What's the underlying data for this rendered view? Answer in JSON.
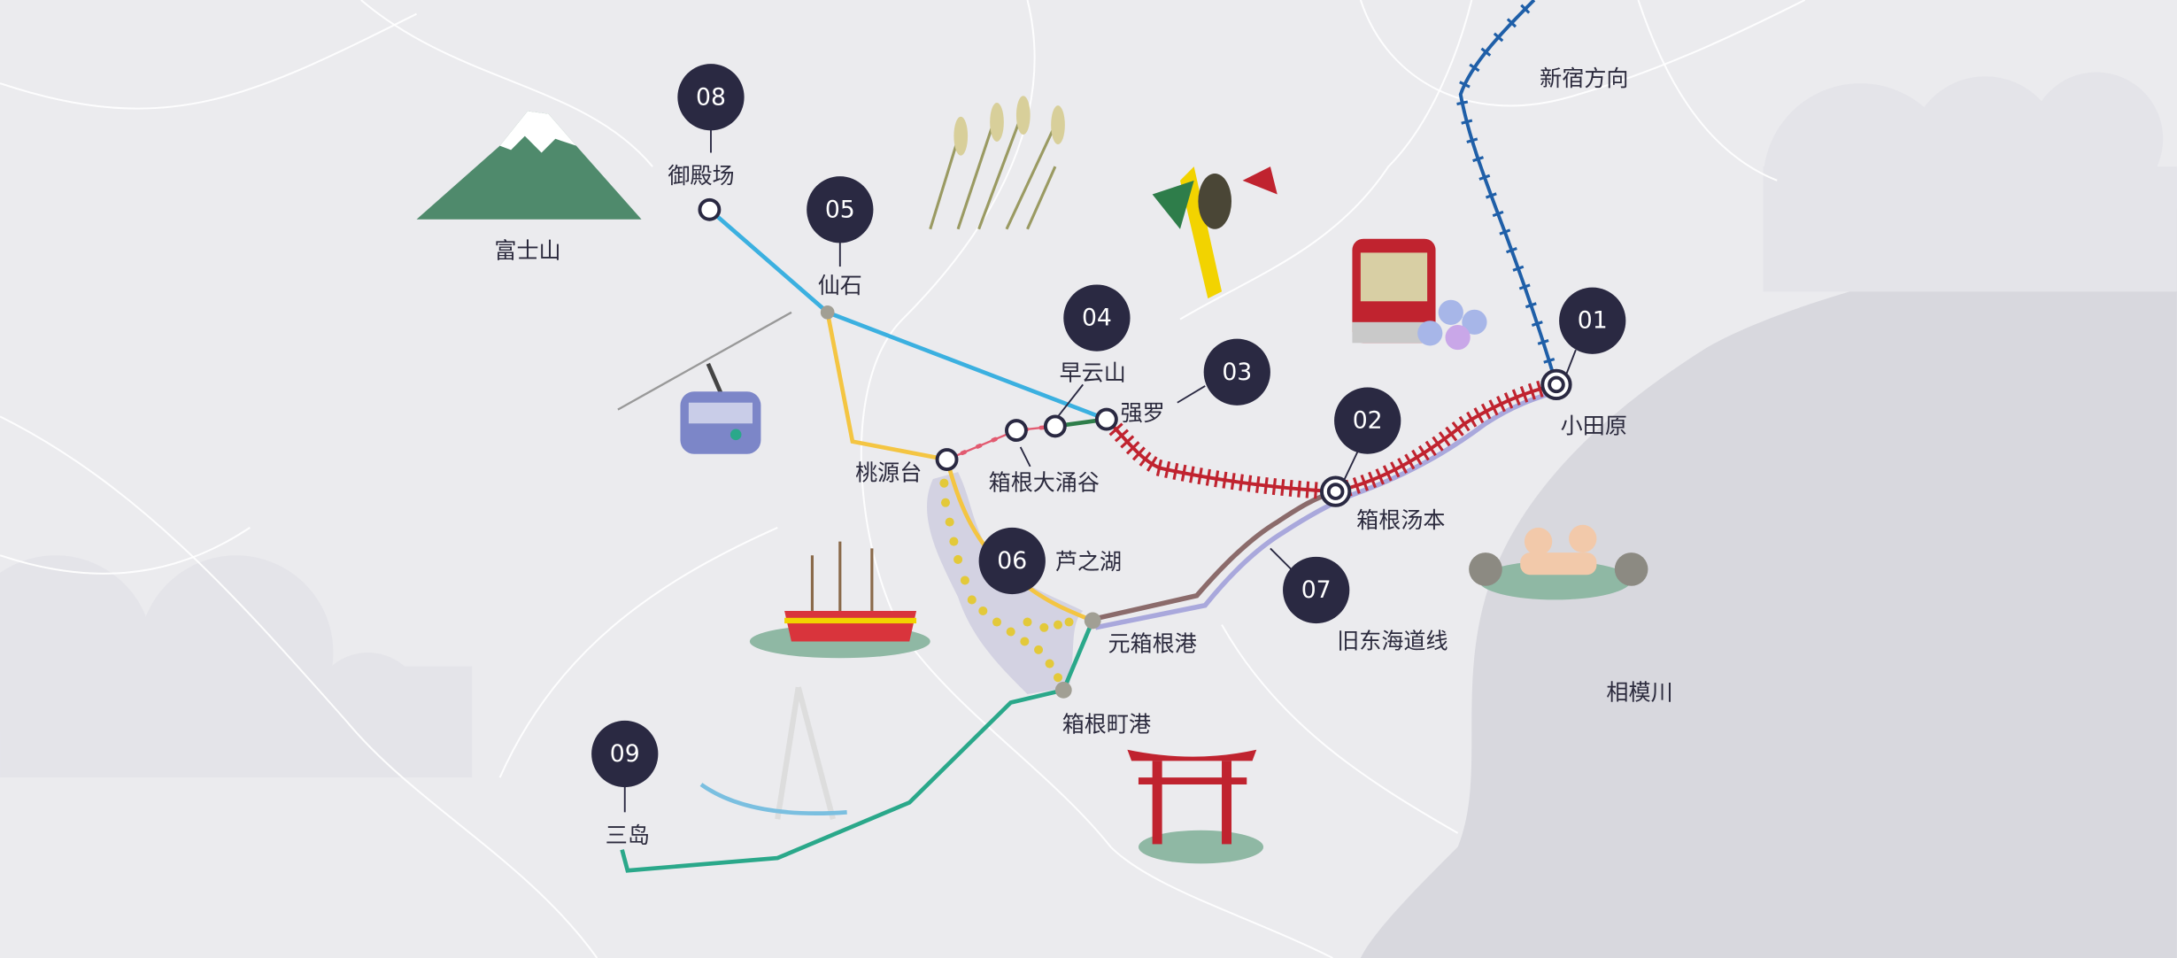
{
  "map": {
    "direction_label": "新宿方向",
    "river_label": "相模川",
    "landmarks": {
      "fuji": "富士山"
    },
    "stations": [
      {
        "id": "01",
        "name": "小田原"
      },
      {
        "id": "02",
        "name": "箱根汤本"
      },
      {
        "id": "03",
        "name": "强罗"
      },
      {
        "id": "04",
        "name": "早云山"
      },
      {
        "id": "05",
        "name": "仙石"
      },
      {
        "id": "06",
        "name": "芦之湖"
      },
      {
        "id": "07",
        "name": "旧东海道线"
      },
      {
        "id": "08",
        "name": "御殿场"
      },
      {
        "id": "09",
        "name": "三岛"
      }
    ],
    "other_stops": {
      "togendai": "桃源台",
      "owakudani": "箱根大涌谷",
      "motohakone": "元箱根港",
      "hakonemachi": "箱根町港"
    },
    "colors": {
      "background": "#ebebee",
      "sea": "#d8d8de",
      "badge": "#2a2942",
      "bus_blue": "#3bb0e0",
      "bus_yellow": "#f4c542",
      "ropeway_pink": "#e25a70",
      "cable_green": "#2e7d4a",
      "railway_red": "#c0232f",
      "odakyu_blue": "#1f5fa8",
      "tokaido_lavender": "#a9a8dc",
      "old_road_brown": "#8b6b6b",
      "teal": "#2aa88a"
    }
  }
}
